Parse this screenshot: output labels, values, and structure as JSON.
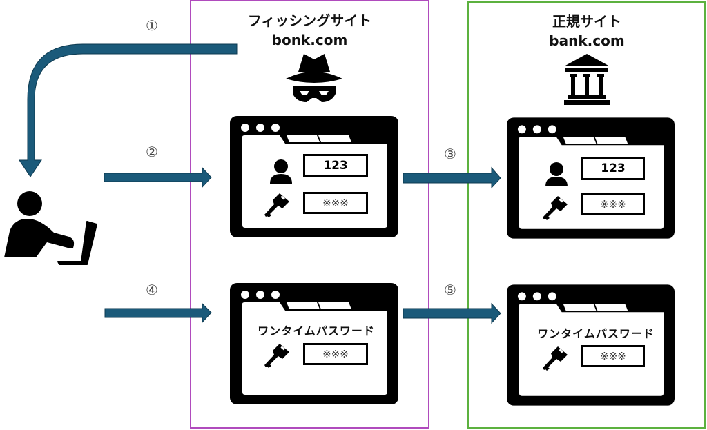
{
  "phishing_site": {
    "title": "フィッシングサイト",
    "domain": "bonk.com",
    "icon": "spy-icon",
    "border_color": "#b04bbd"
  },
  "legit_site": {
    "title": "正規サイト",
    "domain": "bank.com",
    "icon": "bank-building-icon",
    "border_color": "#5cb13f"
  },
  "steps": [
    "①",
    "②",
    "③",
    "④",
    "⑤"
  ],
  "arrow_color": "#1b5a7a",
  "login_window": {
    "user_id_value": "123",
    "password_value": "※※※"
  },
  "otp_window": {
    "label": "ワンタイムパスワード",
    "otp_value": "※※※"
  },
  "user": {
    "icon": "person-with-laptop-icon"
  }
}
